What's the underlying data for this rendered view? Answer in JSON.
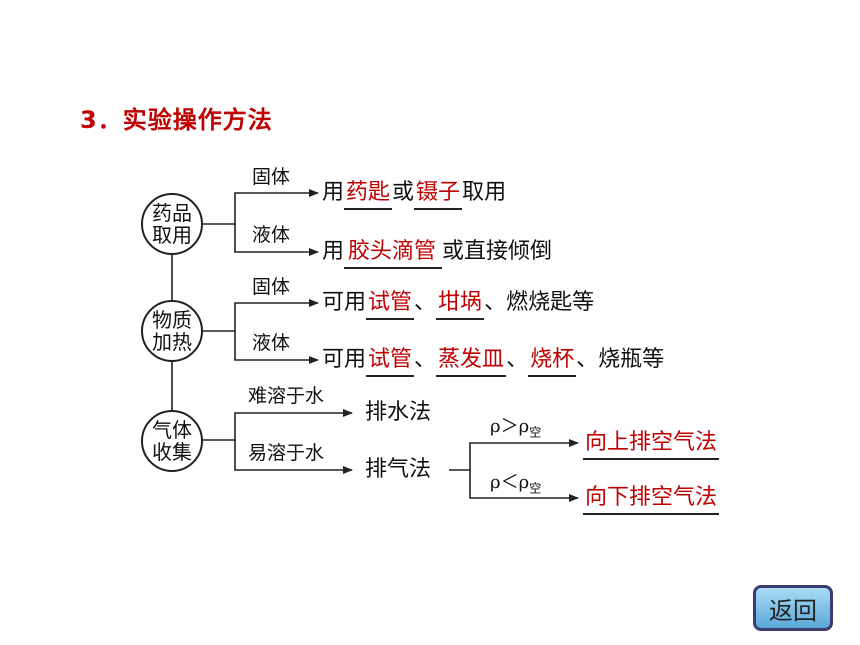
{
  "title": "3．实验操作方法",
  "nodes": {
    "drug": [
      "药品",
      "取用"
    ],
    "heat": [
      "物质",
      "加热"
    ],
    "gas": [
      "气体",
      "收集"
    ]
  },
  "branches": {
    "solid1": "固体",
    "liquid1": "液体",
    "solid2": "固体",
    "liquid2": "液体",
    "insoluble": "难溶于水",
    "soluble": "易溶于水"
  },
  "rows": {
    "r1": {
      "p1": "用",
      "a1": "药匙",
      "p2": "或",
      "a2": "镊子",
      "p3": "取用"
    },
    "r2": {
      "p1": "用",
      "a1": "胶头滴管",
      "p2": "或直接倾倒"
    },
    "r3": {
      "p1": "可用",
      "a1": "试管",
      "s1": "、",
      "a2": "坩埚",
      "p2": "、燃烧匙等"
    },
    "r4": {
      "p1": "可用",
      "a1": "试管",
      "s1": "、",
      "a2": "蒸发皿",
      "s2": "、",
      "a3": "烧杯",
      "p2": "、烧瓶等"
    },
    "r5": "排水法",
    "r6": "排气法"
  },
  "conditions": {
    "gt": {
      "rho": "ρ",
      "op": "＞",
      "rho2": "ρ",
      "sub": "空"
    },
    "lt": {
      "rho": "ρ",
      "op": "＜",
      "rho2": "ρ",
      "sub": "空"
    }
  },
  "targets": {
    "up": "向上排空气法",
    "down": "向下排空气法"
  },
  "back_button": "返回"
}
